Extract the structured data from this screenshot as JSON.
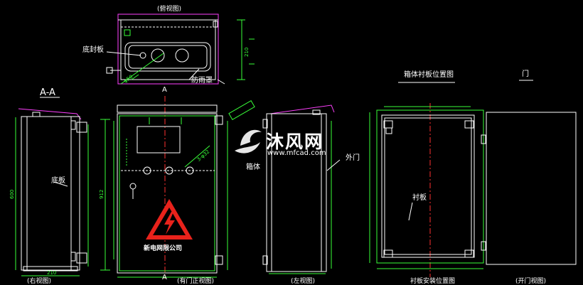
{
  "views": {
    "top_view": "(俯视图)",
    "right_view": "(右视图)",
    "front_view": "(有门正视图)",
    "left_view": "(左视图)",
    "board_install_view": "衬板安装位置图",
    "board_position_title": "箱体衬板位置图",
    "door_title": "门",
    "open_door_view": "(开门视图)"
  },
  "labels": {
    "section": "A-A",
    "cut_top": "A",
    "cut_bottom": "A",
    "bottom_seal": "底封板",
    "rain_cover": "防雨罩",
    "base_plate": "底板",
    "box_body": "箱体",
    "outer_door": "外门",
    "lining_board": "衬板",
    "company": "新电网限公司"
  },
  "dimensions": {
    "top_height": "210",
    "side_height": "600",
    "front_height": "912",
    "right_width": "210",
    "top_note": "φ50",
    "front_note": "3-φ32"
  },
  "watermark": {
    "logo_text": "沐风网",
    "url": "www.mfcad.com"
  },
  "colors": {
    "background": "#000000",
    "outline": "#ffffff",
    "dimension": "#39ff39",
    "center": "#ff3030",
    "accent": "#ff40ff",
    "warning": "#e8221b"
  },
  "icons": [
    "warning-triangle-icon",
    "lightning-bolt-icon",
    "lock-handle-icon"
  ]
}
